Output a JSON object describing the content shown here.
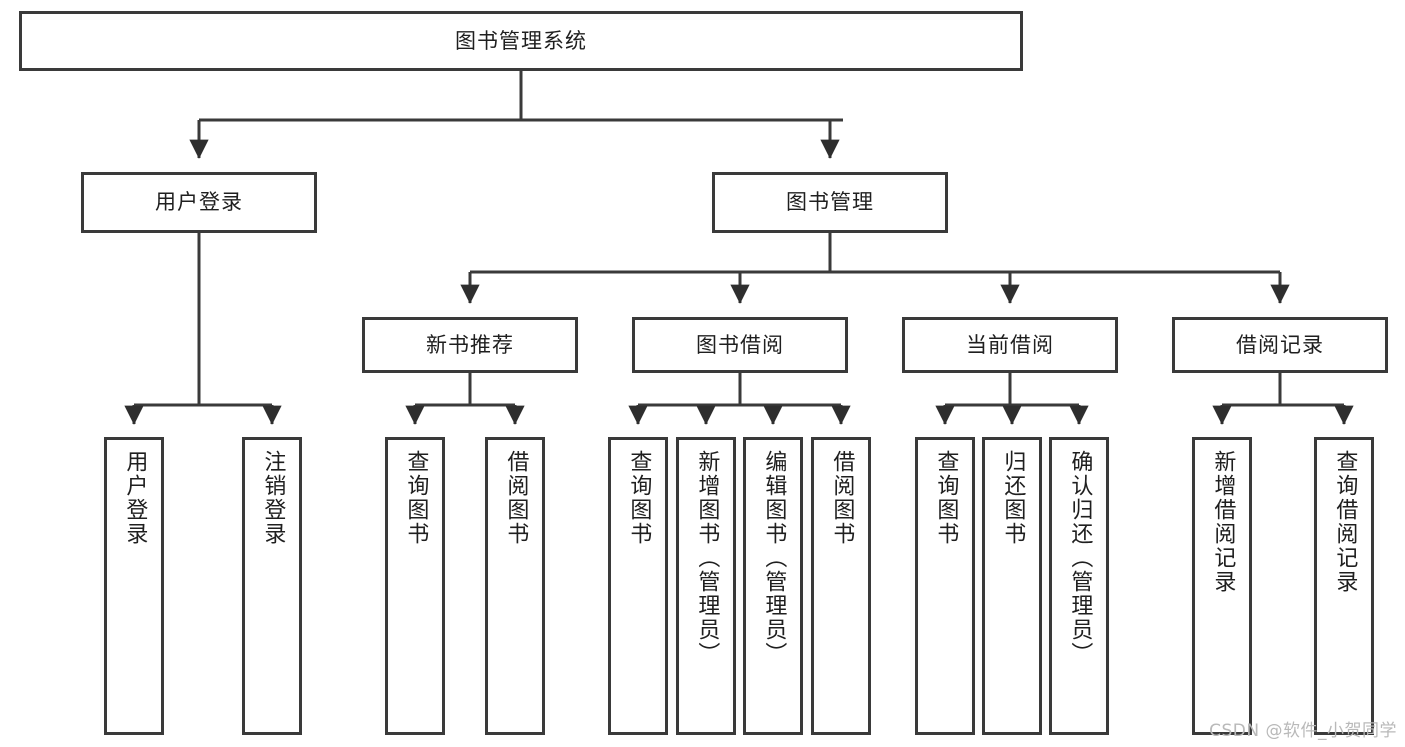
{
  "diagram": {
    "title": "图书管理系统",
    "type": "tree-hierarchy-chart",
    "stroke_color": "#3a3a3a",
    "fill_color": "#ffffff",
    "text_color": "#1f1f1f",
    "levels": {
      "root": {
        "label": "图书管理系统"
      },
      "level1": [
        {
          "label": "用户登录"
        },
        {
          "label": "图书管理"
        }
      ],
      "level2": [
        {
          "label": "新书推荐"
        },
        {
          "label": "图书借阅"
        },
        {
          "label": "当前借阅"
        },
        {
          "label": "借阅记录"
        }
      ],
      "leaves": [
        {
          "label": "用户登录"
        },
        {
          "label": "注销登录"
        },
        {
          "label": "查询图书"
        },
        {
          "label": "借阅图书"
        },
        {
          "label": "查询图书"
        },
        {
          "label": "新增图书（管理员）"
        },
        {
          "label": "编辑图书（管理员）"
        },
        {
          "label": "借阅图书"
        },
        {
          "label": "查询图书"
        },
        {
          "label": "归还图书"
        },
        {
          "label": "确认归还（管理员）"
        },
        {
          "label": "新增借阅记录"
        },
        {
          "label": "查询借阅记录"
        }
      ]
    }
  },
  "watermark": {
    "text": "CSDN @软件_小贺同学"
  }
}
